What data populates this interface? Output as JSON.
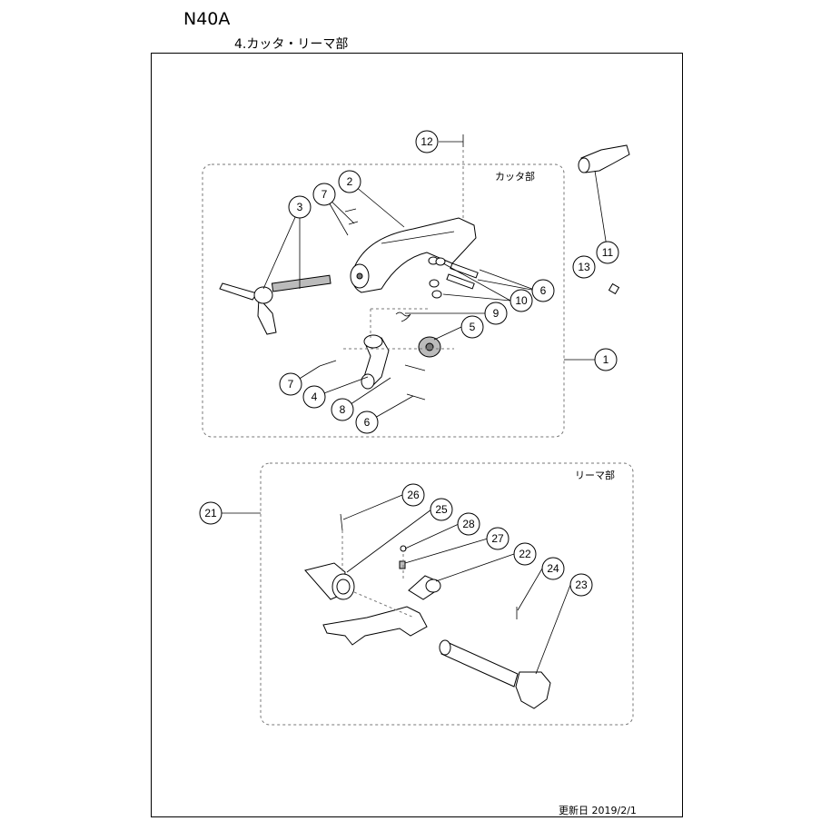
{
  "header": {
    "model": "N40A",
    "section": "4.カッタ・リーマ部"
  },
  "groups": {
    "cutter": "カッタ部",
    "reamer": "リーマ部"
  },
  "footer": {
    "updated": "更新日 2019/2/1"
  },
  "callouts": [
    "12",
    "2",
    "7",
    "3",
    "11",
    "13",
    "6",
    "10",
    "9",
    "5",
    "1",
    "7",
    "4",
    "8",
    "6",
    "21",
    "26",
    "25",
    "28",
    "27",
    "22",
    "24",
    "23"
  ]
}
